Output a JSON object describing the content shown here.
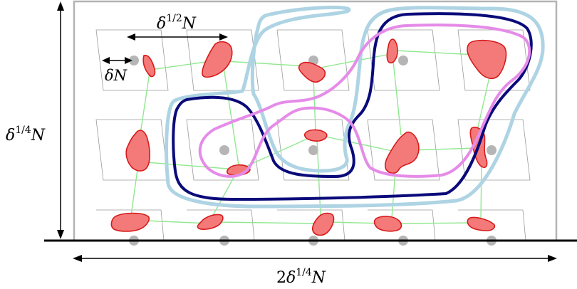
{
  "labels": {
    "top_width": {
      "coef": "δ",
      "exp": "1/2",
      "var": "N"
    },
    "small": {
      "text": "δN"
    },
    "left_height": {
      "coef": "δ",
      "exp": "1/4",
      "var": "N"
    },
    "bottom_width": {
      "prefix": "2",
      "coef": "δ",
      "exp": "1/4",
      "var": "N"
    }
  },
  "colors": {
    "frame": "#b3b3b3",
    "cell_outline": "#9a9a9a",
    "blob_fill": "#f47a7a",
    "blob_stroke": "#d61b1b",
    "node": "#b5b5b5",
    "edge": "#90e890",
    "curve_light_blue": "#aed4e4",
    "curve_dark_blue": "#0a0a7a",
    "curve_violet": "#e58be8",
    "axis": "#000000"
  },
  "grid": {
    "rows": 3,
    "cols": 5
  }
}
